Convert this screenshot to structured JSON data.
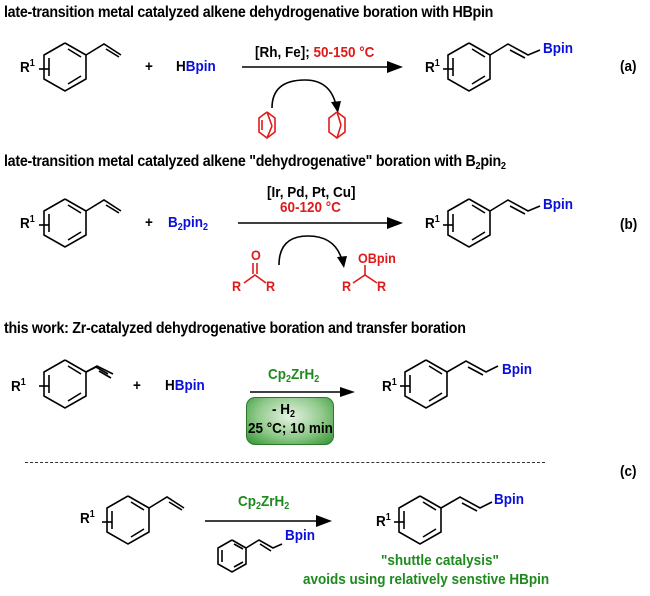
{
  "colors": {
    "reagent_blue": "#0a10d8",
    "condition_red": "#e01a1a",
    "zr_green": "#1e8a1e"
  },
  "section_a": {
    "heading": "late-transition metal catalyzed alkene dehydrogenative boration with HBpin",
    "substituent": "R",
    "substituent_sup": "1",
    "plus": "+",
    "reagent_h": "H",
    "reagent_bpin": "Bpin",
    "catalyst": "[Rh, Fe];",
    "temperature": "50-150 °C",
    "product_bpin": "Bpin",
    "label": "(a)",
    "acceptor": "norbornene",
    "byproduct": "norbornane"
  },
  "section_b": {
    "heading_main": "late-transition metal catalyzed alkene \"dehydrogenative\" boration with B",
    "heading_sub1": "2",
    "heading_mid": "pin",
    "heading_sub2": "2",
    "substituent": "R",
    "substituent_sup": "1",
    "plus": "+",
    "reagent_b": "B",
    "reagent_sub1": "2",
    "reagent_pin": "pin",
    "reagent_sub2": "2",
    "catalyst": "[Ir, Pd, Pt, Cu]",
    "temperature": "60-120 °C",
    "ketone_o": "O",
    "ketone_r": "R",
    "obpin": "OBpin",
    "product_bpin": "Bpin",
    "label": "(b)"
  },
  "section_c": {
    "heading": "this work: Zr-catalyzed dehydrogenative boration and transfer boration",
    "substituent": "R",
    "substituent_sup": "1",
    "plus": "+",
    "reagent_h": "H",
    "reagent_bpin": "Bpin",
    "catalyst_cp": "Cp",
    "catalyst_sub1": "2",
    "catalyst_zrh": "ZrH",
    "catalyst_sub2": "2",
    "box_line1": "- H",
    "box_line1_sub": "2",
    "box_line2": "25 °C; 10 min",
    "product_bpin": "Bpin",
    "label": "(c)",
    "transfer_reagent_bpin": "Bpin",
    "note_line1": "\"shuttle catalysis\"",
    "note_line2": "avoids using relatively senstive HBpin"
  }
}
